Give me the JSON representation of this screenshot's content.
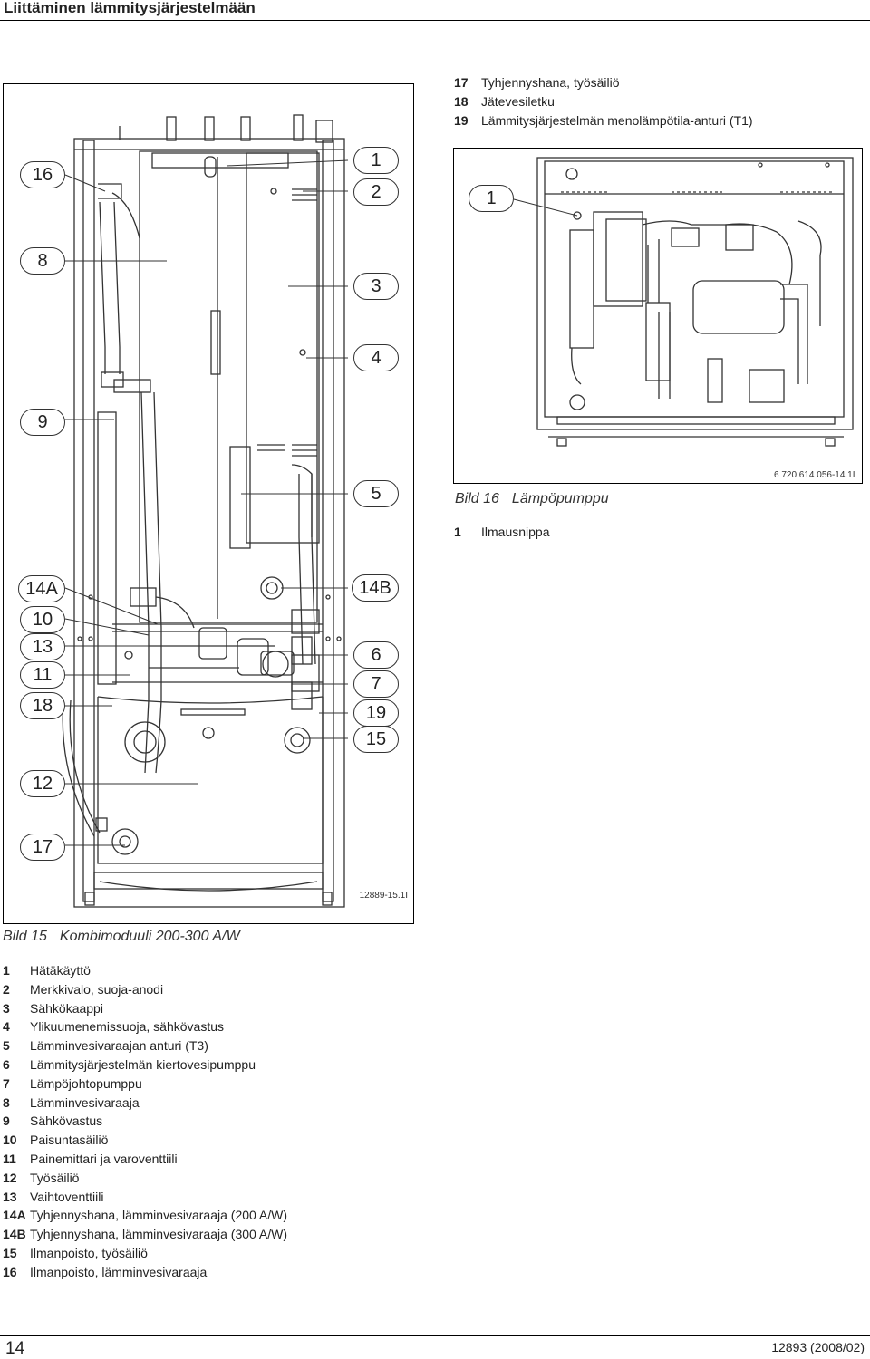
{
  "header": {
    "title": "Liittäminen lämmitysjärjestelmään"
  },
  "figure15": {
    "code": "12889-15.1I",
    "caption_number": "Bild 15",
    "caption_title": "Kombimoduuli 200-300 A/W",
    "callouts": [
      "16",
      "8",
      "9",
      "14A",
      "10",
      "13",
      "11",
      "18",
      "12",
      "17",
      "1",
      "2",
      "3",
      "4",
      "5",
      "14B",
      "6",
      "7",
      "19",
      "15"
    ]
  },
  "figure16": {
    "code": "6 720 614 056-14.1I",
    "caption_number": "Bild 16",
    "caption_title": "Lämpöpumppu",
    "callouts": [
      "1"
    ],
    "legend": [
      {
        "key": "1",
        "text": "Ilmausnippa"
      }
    ]
  },
  "legend_top": [
    {
      "key": "17",
      "text": "Tyhjennyshana, työsäiliö"
    },
    {
      "key": "18",
      "text": "Jätevesiletku"
    },
    {
      "key": "19",
      "text": "Lämmitysjärjestelmän menolämpötila-anturi (T1)"
    }
  ],
  "legend_main": [
    {
      "key": "1",
      "text": "Hätäkäyttö"
    },
    {
      "key": "2",
      "text": "Merkkivalo, suoja-anodi"
    },
    {
      "key": "3",
      "text": "Sähkökaappi"
    },
    {
      "key": "4",
      "text": "Ylikuumenemissuoja, sähkövastus"
    },
    {
      "key": "5",
      "text": "Lämminvesivaraajan anturi (T3)"
    },
    {
      "key": "6",
      "text": "Lämmitysjärjestelmän kiertovesipumppu"
    },
    {
      "key": "7",
      "text": "Lämpöjohtopumppu"
    },
    {
      "key": "8",
      "text": "Lämminvesivaraaja"
    },
    {
      "key": "9",
      "text": "Sähkövastus"
    },
    {
      "key": "10",
      "text": "Paisuntasäiliö"
    },
    {
      "key": "11",
      "text": "Painemittari ja varoventtiili"
    },
    {
      "key": "12",
      "text": "Työsäiliö"
    },
    {
      "key": "13",
      "text": "Vaihtoventtiili"
    },
    {
      "key": "14A",
      "text": "Tyhjennyshana, lämminvesivaraaja (200 A/W)"
    },
    {
      "key": "14B",
      "text": "Tyhjennyshana, lämminvesivaraaja (300 A/W)"
    },
    {
      "key": "15",
      "text": "Ilmanpoisto, työsäiliö"
    },
    {
      "key": "16",
      "text": "Ilmanpoisto, lämminvesivaraaja"
    }
  ],
  "footer": {
    "page_number": "14",
    "doc_ref": "12893 (2008/02)"
  }
}
